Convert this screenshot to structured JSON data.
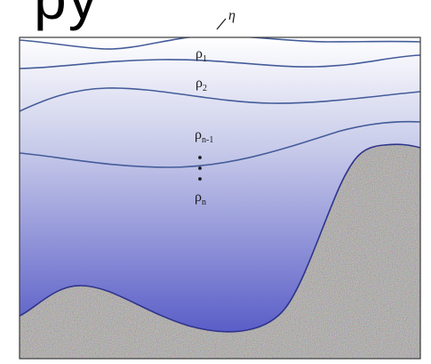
{
  "header": {
    "clipped_title": "py"
  },
  "labels": {
    "surface": "η",
    "layers": [
      {
        "symbol": "ρ",
        "sub": "1"
      },
      {
        "symbol": "ρ",
        "sub": "2"
      },
      {
        "symbol": "ρ",
        "sub": "n-1"
      },
      {
        "symbol": "ρ",
        "sub": "n"
      }
    ]
  },
  "colors": {
    "frame": "#3a3a3a",
    "interface_line": "#445c9a",
    "water_top": "#ffffff",
    "water_mid": "#c7cae9",
    "water_bottom": "#4a4ec2",
    "seabed_outline": "#2f348c"
  }
}
